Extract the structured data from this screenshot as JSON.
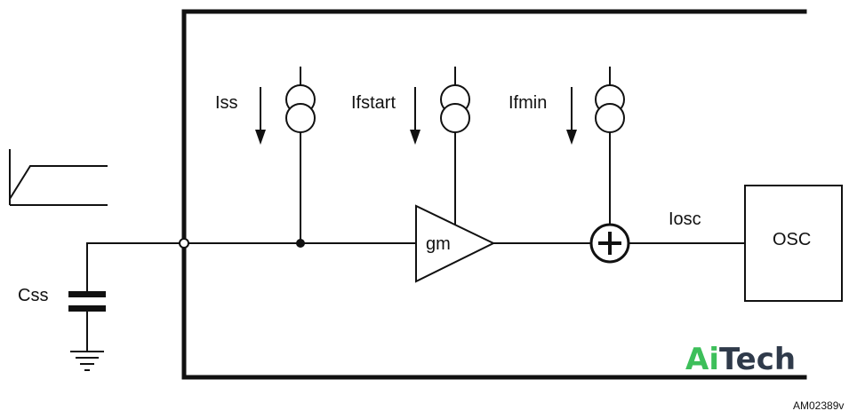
{
  "labels": {
    "css": "Css",
    "iss": "Iss",
    "ifstart": "Ifstart",
    "ifmin": "Ifmin",
    "gm": "gm",
    "iosc": "Iosc",
    "osc": "OSC",
    "figure_id": "AM02389v"
  },
  "logo": {
    "part1": "Ai",
    "part2": "Tech",
    "color1": "#3dbf5a",
    "color2": "#2f3a4a"
  },
  "icons": {
    "current_source": "current-source-icon",
    "arrow": "arrow-down-icon",
    "summing_node": "summing-junction-icon",
    "ground": "ground-icon",
    "capacitor": "capacitor-icon",
    "amplifier": "amplifier-icon",
    "ramp": "soft-start-ramp-icon"
  }
}
